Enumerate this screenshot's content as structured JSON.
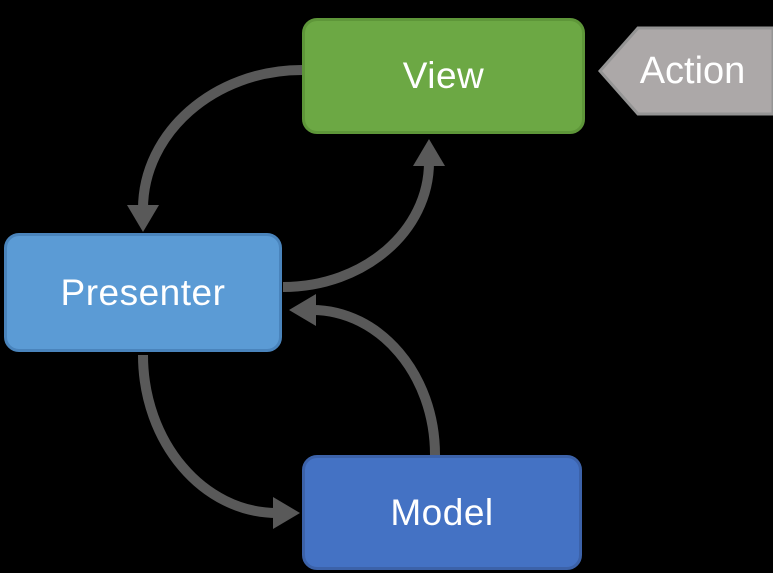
{
  "diagram": {
    "background": "#000000",
    "nodes": {
      "view": {
        "label": "View",
        "fill": "#6CA844",
        "border": "#5E9639"
      },
      "presenter": {
        "label": "Presenter",
        "fill": "#5B9BD5",
        "border": "#4A84BC"
      },
      "model": {
        "label": "Model",
        "fill": "#4472C4",
        "border": "#3C62A9"
      },
      "action": {
        "label": "Action",
        "fill": "#ACA8A8",
        "border": "#949494"
      }
    },
    "arrows": {
      "color": "#595959",
      "items": [
        {
          "name": "view-to-presenter",
          "from": "View",
          "to": "Presenter"
        },
        {
          "name": "presenter-to-view",
          "from": "Presenter",
          "to": "View"
        },
        {
          "name": "presenter-to-model",
          "from": "Presenter",
          "to": "Model"
        },
        {
          "name": "model-to-presenter",
          "from": "Model",
          "to": "Presenter"
        }
      ]
    }
  }
}
